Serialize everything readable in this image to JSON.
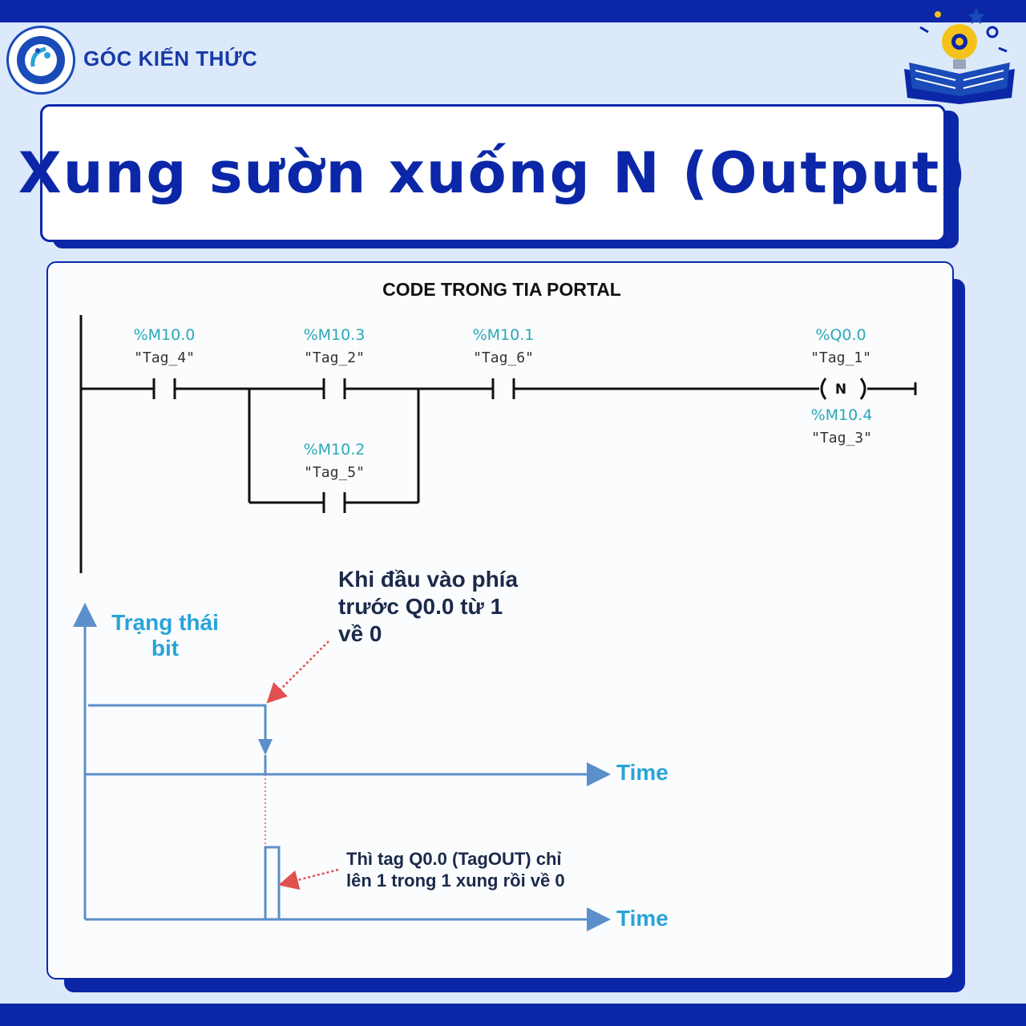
{
  "brand": {
    "name": "GÓC KIẾN THỨC"
  },
  "title": "Xung sườn xuống N (Output)",
  "panel": {
    "heading": "CODE TRONG TIA PORTAL"
  },
  "ladder": {
    "contacts": [
      {
        "address": "%M10.0",
        "tag": "\"Tag_4\""
      },
      {
        "address": "%M10.3",
        "tag": "\"Tag_2\""
      },
      {
        "address": "%M10.1",
        "tag": "\"Tag_6\""
      },
      {
        "address": "%M10.2",
        "tag": "\"Tag_5\""
      }
    ],
    "coil": {
      "address": "%Q0.0",
      "tag": "\"Tag_1\"",
      "symbol": "N",
      "memory_address": "%M10.4",
      "memory_tag": "\"Tag_3\""
    }
  },
  "timing": {
    "y_axis_label_line1": "Trạng thái",
    "y_axis_label_line2": "bit",
    "x_axis_label_top": "Time",
    "x_axis_label_bottom": "Time",
    "note_top_line1": "Khi đầu vào phía",
    "note_top_line2": "trước Q0.0 từ 1",
    "note_top_line3": "về 0",
    "note_bottom_line1": "Thì tag Q0.0 (TagOUT) chỉ",
    "note_bottom_line2": "lên 1 trong 1 xung rồi về 0"
  },
  "colors": {
    "brand_blue": "#0b27a8",
    "tag_teal": "#2ba7b8",
    "signal_blue": "#5b8fc9",
    "pointer_red": "#e35050",
    "axis_label_blue": "#29a3d8"
  }
}
